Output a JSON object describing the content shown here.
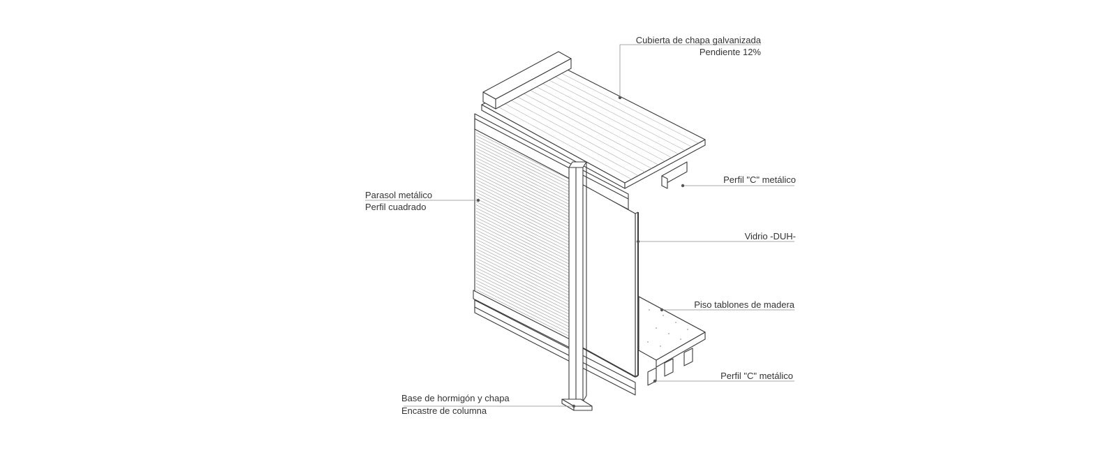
{
  "colors": {
    "ink": "#333333",
    "stroke": "#3a3a3a",
    "leader": "#8a8a8a",
    "panel": "#ffffff"
  },
  "labels": {
    "roof": {
      "line1": "Cubierta de chapa galvanizada",
      "line2": "Pendiente 12%"
    },
    "top_profile": "Perfil \"C\" metálico",
    "sunshade": {
      "line1": "Parasol metálico",
      "line2": "Perfil cuadrado"
    },
    "glass": "Vidrio -DUH-",
    "floor": "Piso tablones de madera",
    "bottom_profile": "Perfil \"C\" metálico",
    "base": {
      "line1": "Base de hormigón y chapa",
      "line2": "Encastre de columna"
    }
  }
}
